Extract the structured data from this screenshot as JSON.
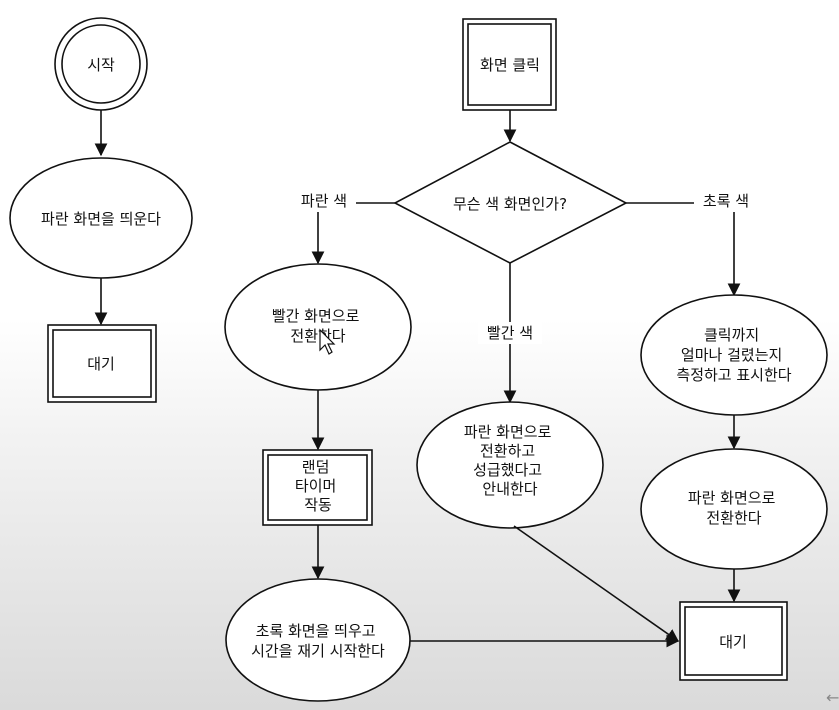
{
  "diagram": {
    "left_flow": {
      "start": "시작",
      "show_blue": "파란 화면을 띄운다",
      "wait": "대기"
    },
    "main_flow": {
      "click": "화면 클릭",
      "decision": "무슨 색 화면인가?",
      "branch_blue": "파란 색",
      "branch_red": "빨간 색",
      "branch_green": "초록 색",
      "to_red": [
        "빨간 화면으로",
        "전환한다"
      ],
      "timer": [
        "랜덤",
        "타이머",
        "작동"
      ],
      "show_green": [
        "초록 화면을 띄우고",
        "시간을 재기 시작한다"
      ],
      "blue_fail": [
        "파란 화면으로",
        "전환하고",
        "성급했다고",
        "안내한다"
      ],
      "measure": [
        "클릭까지",
        "얼마나 걸렸는지",
        "측정하고 표시한다"
      ],
      "to_blue": [
        "파란 화면으로",
        "전환한다"
      ],
      "wait": "대기"
    },
    "corner_glyph": "←"
  }
}
